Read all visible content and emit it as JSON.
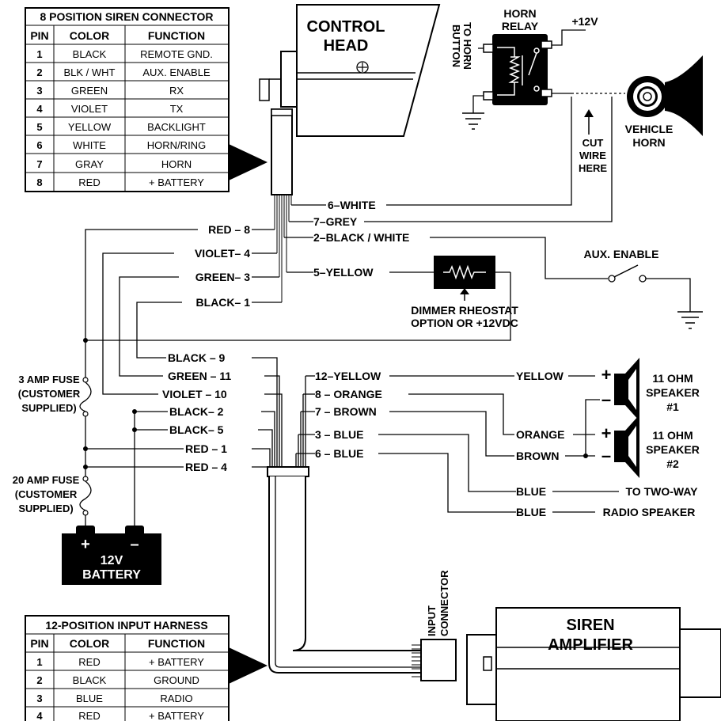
{
  "siren_connector": {
    "title": "8 POSITION SIREN CONNECTOR",
    "headers": [
      "PIN",
      "COLOR",
      "FUNCTION"
    ],
    "rows": [
      [
        "1",
        "BLACK",
        "REMOTE GND."
      ],
      [
        "2",
        "BLK / WHT",
        "AUX. ENABLE"
      ],
      [
        "3",
        "GREEN",
        "RX"
      ],
      [
        "4",
        "VIOLET",
        "TX"
      ],
      [
        "5",
        "YELLOW",
        "BACKLIGHT"
      ],
      [
        "6",
        "WHITE",
        "HORN/RING"
      ],
      [
        "7",
        "GRAY",
        "HORN"
      ],
      [
        "8",
        "RED",
        "+ BATTERY"
      ]
    ]
  },
  "input_harness": {
    "title": "12-POSITION INPUT HARNESS",
    "headers": [
      "PIN",
      "COLOR",
      "FUNCTION"
    ],
    "rows": [
      [
        "1",
        "RED",
        "+ BATTERY"
      ],
      [
        "2",
        "BLACK",
        "GROUND"
      ],
      [
        "3",
        "BLUE",
        "RADIO"
      ],
      [
        "4",
        "RED",
        "+ BATTERY"
      ]
    ]
  },
  "components": {
    "control_head": [
      "CONTROL",
      "HEAD"
    ],
    "horn_relay": [
      "HORN",
      "RELAY"
    ],
    "plus12v": "+12V",
    "to_horn_button": [
      "TO HORN",
      "BUTTON"
    ],
    "vehicle_horn": [
      "VEHICLE",
      "HORN"
    ],
    "cut_wire": [
      "CUT",
      "WIRE",
      "HERE"
    ],
    "aux_enable": "AUX. ENABLE",
    "dimmer": [
      "DIMMER RHEOSTAT",
      "OPTION OR +12VDC"
    ],
    "fuse3": [
      "3 AMP FUSE",
      "(CUSTOMER",
      "SUPPLIED)"
    ],
    "fuse20": [
      "20 AMP FUSE",
      "(CUSTOMER",
      "SUPPLIED)"
    ],
    "battery": [
      "12V",
      "BATTERY"
    ],
    "speaker1": [
      "11 OHM",
      "SPEAKER",
      "#1"
    ],
    "speaker2": [
      "11 OHM",
      "SPEAKER",
      "#2"
    ],
    "to_two_way": [
      "TO TWO-WAY",
      "RADIO SPEAKER"
    ],
    "input_connector": [
      "INPUT",
      "CONNECTOR"
    ],
    "siren_amplifier": [
      "SIREN",
      "AMPLIFIER"
    ]
  },
  "wire_labels": {
    "top_right": [
      "6–WHITE",
      "7–GREY",
      "2–BLACK / WHITE",
      "5–YELLOW"
    ],
    "top_left": [
      "RED – 8",
      "VIOLET– 4",
      "GREEN– 3",
      "BLACK– 1"
    ],
    "bottom_left": [
      "BLACK – 9",
      "GREEN – 11",
      "VIOLET – 10",
      "BLACK– 2",
      "BLACK– 5",
      "RED – 1",
      "RED – 4"
    ],
    "bottom_right": [
      "12–YELLOW",
      "8 – ORANGE",
      "7 – BROWN",
      "3 – BLUE",
      "6 – BLUE"
    ],
    "far_right": [
      "YELLOW",
      "ORANGE",
      "BROWN",
      "BLUE",
      "BLUE"
    ],
    "plus": "+",
    "minus": "–"
  }
}
